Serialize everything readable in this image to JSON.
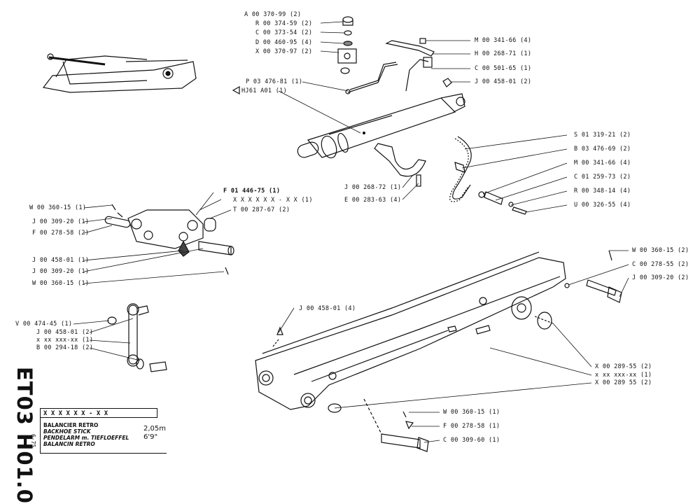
{
  "sheet": {
    "code": "ET03 H01.0",
    "date": "6-75",
    "box_code": "X X X  X X X - X X",
    "titles": [
      "BALANCIER RETRO",
      "BACKHOE STICK",
      "PENDELARM m. TIEFLOEFFEL",
      "BALANCIN RETRO"
    ],
    "length_m": "2,05m",
    "length_ft": "6'9\""
  },
  "callouts": {
    "cyl_a": "A 00 370-99 (2)",
    "cyl_r": "R 00 374-59 (2)",
    "cyl_c": "C 00 373-54 (2)",
    "cyl_d": "D 00 460-95 (4)",
    "cyl_x": "X 00 370-97 (2)",
    "cyl_p": "P 03 476-81 (1)",
    "cyl_hj": "HJ61 A01 (1)",
    "top_m": "M 00 341-66 (4)",
    "top_h": "H 00 268-71 (1)",
    "top_c": "C 00 501-65 (1)",
    "top_j": "J 00 458-01 (2)",
    "clip_j": "J 00 268-72 (1)",
    "clip_e": "E 00 283-63 (4)",
    "hose_s": "S 01 319-21 (2)",
    "hose_b": "B 03 476-69 (2)",
    "hose_m": "M 00 341-66 (4)",
    "hose_c": "C 01 259-73 (2)",
    "hose_r": "R 00 348-14 (4)",
    "hose_u": "U 00 326-55 (4)",
    "link_f01": "F 01 446-75 (1)",
    "link_x": "X X X  X X X - X X (1)",
    "link_t": "T 00 287-67 (2)",
    "link_w1": "W 00 360-15 (1)",
    "link_j1": "J 00 309-20 (1)",
    "link_f": "F 00 278-58 (2)",
    "link_j2": "J 00 458-01 (1)",
    "link_j3": "J 00 309-20 (1)",
    "link_w2": "W 00 360-15 (1)",
    "rod_v": "V 00 474-45 (1)",
    "rod_j": "J 00 458-01 (2)",
    "rod_x": "x xx xxx-xx (1)",
    "rod_b": "B 00 294-18 (2)",
    "stick_j": "J 00 458-01 (4)",
    "right_w": "W 00 360-15 (2)",
    "right_c": "C 00 278-55 (2)",
    "right_j": "J 00 309-20 (2)",
    "right_x1": "X 00 289-55 (2)",
    "right_xx": "x xx xxx-xx (1)",
    "right_x2": "X 00 289 55 (2)",
    "bot_w": "W 00 360-15 (1)",
    "bot_f": "F 00 278-58 (1)",
    "bot_c": "C 00 309-60 (1)"
  }
}
